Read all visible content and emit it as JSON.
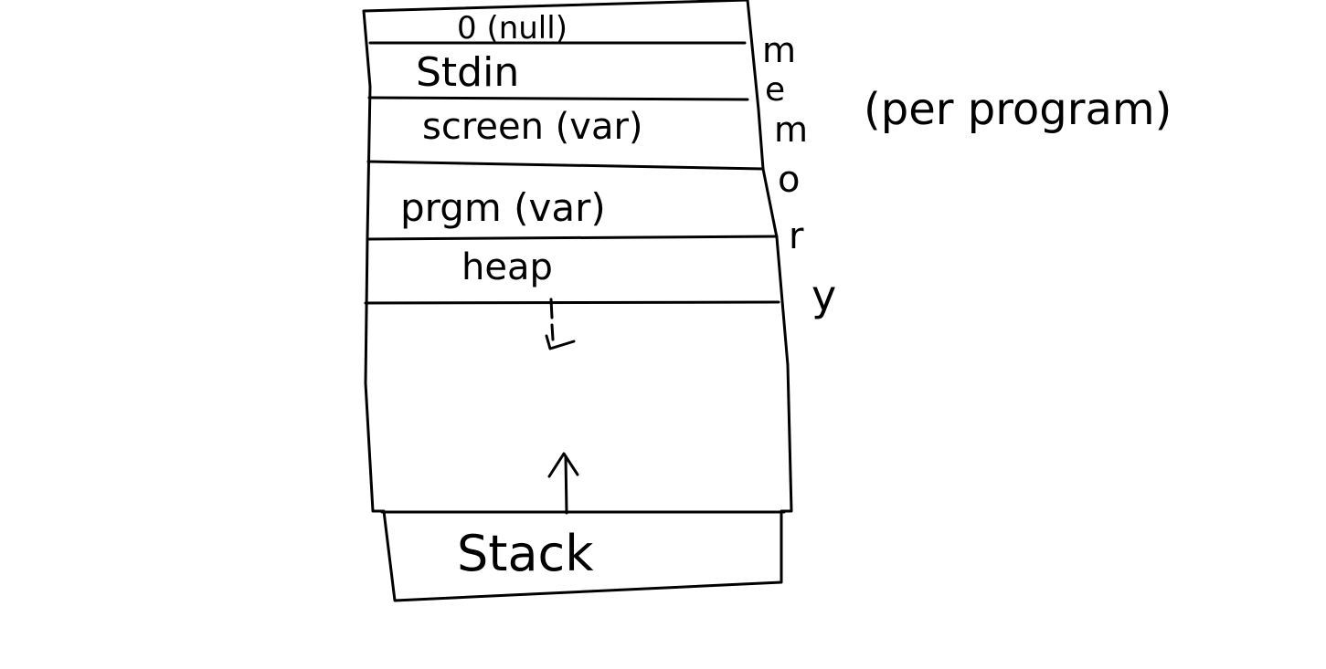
{
  "diagram": {
    "segments": [
      {
        "id": "null",
        "label": "0 (null)"
      },
      {
        "id": "stdin",
        "label": "Stdin"
      },
      {
        "id": "screen",
        "label": "screen (var)"
      },
      {
        "id": "prgm",
        "label": "prgm (var)"
      },
      {
        "id": "heap",
        "label": "heap"
      },
      {
        "id": "free",
        "label": ""
      },
      {
        "id": "stack",
        "label": "Stack"
      }
    ],
    "side_label": "memory",
    "note": "(per program)"
  }
}
